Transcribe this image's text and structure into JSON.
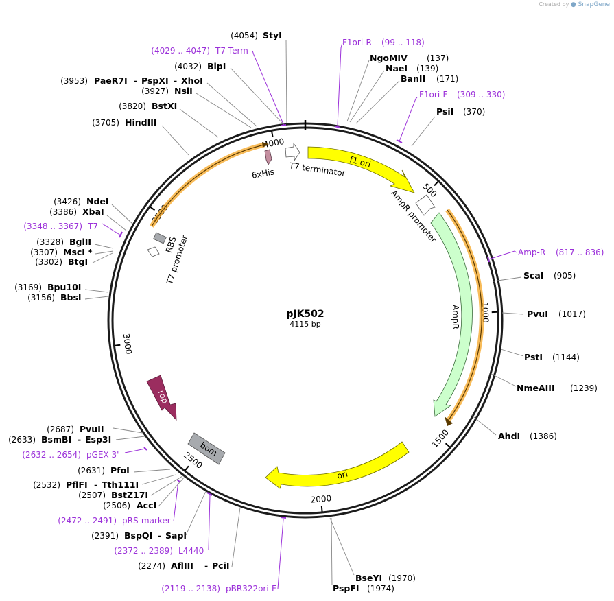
{
  "watermark": {
    "prefix": "Created by",
    "brand": "SnapGene"
  },
  "plasmid": {
    "name": "pJK502",
    "length_label": "4115 bp",
    "length": 4115
  },
  "colors": {
    "primer": "#9b30d9",
    "yellow": "#ffff00",
    "green": "#ccffcc",
    "orange": "#f5a623",
    "rop": "#9b2d5f",
    "gray": "#a7aaae",
    "pink": "#c48fa0"
  },
  "ticks": [
    {
      "label": "500",
      "bp": 500
    },
    {
      "label": "1000",
      "bp": 1000
    },
    {
      "label": "1500",
      "bp": 1500
    },
    {
      "label": "2000",
      "bp": 2000
    },
    {
      "label": "2500",
      "bp": 2500
    },
    {
      "label": "3000",
      "bp": 3000
    },
    {
      "label": "3500",
      "bp": 3500
    },
    {
      "label": "4000",
      "bp": 4000
    }
  ],
  "features": [
    {
      "label": "f1 ori",
      "type": "yellow-arrow"
    },
    {
      "label": "AmpR promoter",
      "type": "white-arrow"
    },
    {
      "label": "AmpR",
      "type": "green-arrow"
    },
    {
      "label": "ori",
      "type": "yellow-arrow"
    },
    {
      "label": "rop",
      "type": "rop-arrow"
    },
    {
      "label": "bom",
      "type": "gray-box"
    },
    {
      "label": "T7 promoter",
      "type": "white-arrow"
    },
    {
      "label": "RBS",
      "type": "gray-box"
    },
    {
      "label": "6xHis",
      "type": "pink-arrow"
    },
    {
      "label": "T7 terminator",
      "type": "white-arrow"
    }
  ],
  "right_sites": [
    {
      "name": "NgoMIV",
      "pos": "(137)"
    },
    {
      "name": "NaeI",
      "pos": "(139)"
    },
    {
      "name": "BanII",
      "pos": "(171)"
    },
    {
      "name": "PsiI",
      "pos": "(370)"
    },
    {
      "name": "ScaI",
      "pos": "(905)"
    },
    {
      "name": "PvuI",
      "pos": "(1017)"
    },
    {
      "name": "PstI",
      "pos": "(1144)"
    },
    {
      "name": "NmeAIII",
      "pos": "(1239)"
    },
    {
      "name": "AhdI",
      "pos": "(1386)"
    },
    {
      "name": "BseYI",
      "pos": "(1970)"
    },
    {
      "name": "PspFI",
      "pos": "(1974)"
    }
  ],
  "right_primers": [
    {
      "name": "F1ori-R",
      "range": "(99 .. 118)"
    },
    {
      "name": "F1ori-F",
      "range": "(309 .. 330)"
    },
    {
      "name": "Amp-R",
      "range": "(817 .. 836)"
    }
  ],
  "left_sites": [
    {
      "pos": "(4054)",
      "name": "StyI"
    },
    {
      "pos": "(4032)",
      "name": "BlpI"
    },
    {
      "pos": "(3953)",
      "name": "PaeR7I",
      "name2": "PspXI",
      "name3": "XhoI"
    },
    {
      "pos": "(3927)",
      "name": "NsiI"
    },
    {
      "pos": "(3820)",
      "name": "BstXI"
    },
    {
      "pos": "(3705)",
      "name": "HindIII"
    },
    {
      "pos": "(3426)",
      "name": "NdeI"
    },
    {
      "pos": "(3386)",
      "name": "XbaI"
    },
    {
      "pos": "(3328)",
      "name": "BglII"
    },
    {
      "pos": "(3307)",
      "name": "MscI *"
    },
    {
      "pos": "(3302)",
      "name": "BtgI"
    },
    {
      "pos": "(3169)",
      "name": "Bpu10I"
    },
    {
      "pos": "(3156)",
      "name": "BbsI"
    },
    {
      "pos": "(2687)",
      "name": "PvuII"
    },
    {
      "pos": "(2633)",
      "name": "BsmBI",
      "name2": "Esp3I"
    },
    {
      "pos": "(2631)",
      "name": "PfoI"
    },
    {
      "pos": "(2532)",
      "name": "PflFI",
      "name2": "Tth111I"
    },
    {
      "pos": "(2507)",
      "name": "BstZ17I"
    },
    {
      "pos": "(2506)",
      "name": "AccI"
    },
    {
      "pos": "(2391)",
      "name": "BspQI",
      "name2": "SapI"
    },
    {
      "pos": "(2274)",
      "name": "AflIII",
      "name2": "PciI"
    }
  ],
  "left_primers": [
    {
      "range": "(4029 .. 4047)",
      "name": "T7 Term"
    },
    {
      "range": "(3348 .. 3367)",
      "name": "T7"
    },
    {
      "range": "(2632 .. 2654)",
      "name": "pGEX 3'"
    },
    {
      "range": "(2472 .. 2491)",
      "name": "pRS-marker"
    },
    {
      "range": "(2372 .. 2389)",
      "name": "L4440"
    },
    {
      "range": "(2119 .. 2138)",
      "name": "pBR322ori-F"
    }
  ]
}
